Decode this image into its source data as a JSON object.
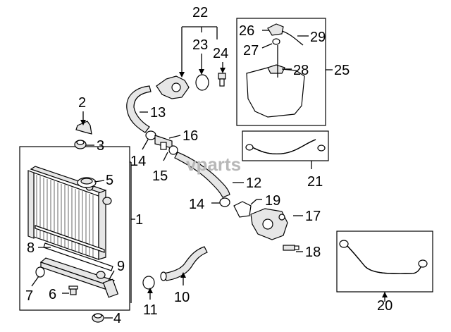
{
  "diagram": {
    "watermark": "vparts",
    "callouts": {
      "c1": "1",
      "c2": "2",
      "c3": "3",
      "c4": "4",
      "c5": "5",
      "c6": "6",
      "c7": "7",
      "c8": "8",
      "c9": "9",
      "c10": "10",
      "c11": "11",
      "c12": "12",
      "c13": "13",
      "c14a": "14",
      "c14b": "14",
      "c15": "15",
      "c16": "16",
      "c17": "17",
      "c18": "18",
      "c19": "19",
      "c20": "20",
      "c21": "21",
      "c22": "22",
      "c23": "23",
      "c24": "24",
      "c25": "25",
      "c26": "26",
      "c27": "27",
      "c28": "28",
      "c29": "29"
    }
  }
}
